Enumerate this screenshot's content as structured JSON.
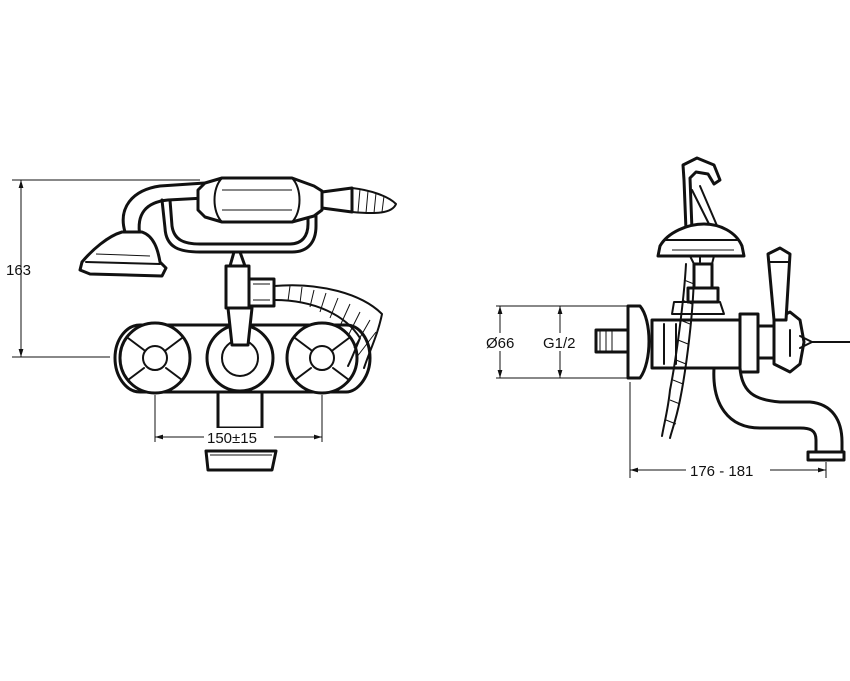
{
  "dimensions": {
    "height": "163",
    "spacing": "150±15",
    "diameter": "Ø66",
    "thread": "G1/2",
    "projection": "176 - 181"
  }
}
